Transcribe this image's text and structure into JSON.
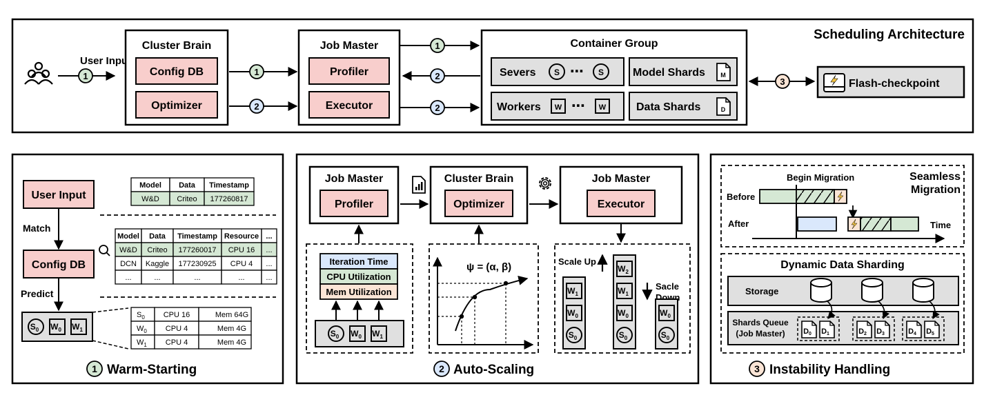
{
  "arch": {
    "title": "Scheduling Architecture",
    "user_input": "User Input",
    "cluster_brain": "Cluster Brain",
    "config_db": "Config DB",
    "optimizer": "Optimizer",
    "job_master": "Job Master",
    "profiler": "Profiler",
    "executor": "Executor",
    "container_group": "Container Group",
    "severs": "Severs",
    "workers": "Workers",
    "server_badge": "S",
    "worker_badge": "W",
    "dots": "⋯",
    "model_shards": "Model Shards",
    "data_shards": "Data Shards",
    "model_doc": "M",
    "data_doc": "D",
    "flash_checkpoint": "Flash-checkpoint",
    "step1": "1",
    "step2": "2",
    "step3": "3"
  },
  "warm": {
    "title": "Warm-Starting",
    "num": "1",
    "user_input": "User Input",
    "match": "Match",
    "config_db": "Config DB",
    "predict": "Predict",
    "input_table": {
      "headers": [
        "Model",
        "Data",
        "Timestamp"
      ],
      "row": [
        "W&D",
        "Criteo",
        "177260817"
      ]
    },
    "db_table": {
      "headers": [
        "Model",
        "Data",
        "Timestamp",
        "Resource",
        "..."
      ],
      "rows": [
        [
          "W&D",
          "Criteo",
          "177260017",
          "CPU 16",
          "..."
        ],
        [
          "DCN",
          "Kaggle",
          "177230925",
          "CPU  4",
          "..."
        ],
        [
          "...",
          "...",
          "...",
          "...",
          "..."
        ]
      ]
    },
    "pred_table": [
      [
        "S",
        "0",
        "CPU 16",
        "Mem 64G"
      ],
      [
        "W",
        "0",
        "CPU  4",
        "Mem   4G"
      ],
      [
        "W",
        "1",
        "CPU  4",
        "Mem   4G"
      ]
    ],
    "pods": [
      {
        "l": "S",
        "s": "0"
      },
      {
        "l": "W",
        "s": "0"
      },
      {
        "l": "W",
        "s": "1"
      }
    ]
  },
  "auto": {
    "title": "Auto-Scaling",
    "num": "2",
    "job_master": "Job Master",
    "profiler": "Profiler",
    "cluster_brain": "Cluster Brain",
    "optimizer": "Optimizer",
    "executor": "Executor",
    "metric_iter": "Iteration Time",
    "metric_cpu": "CPU Utilization",
    "metric_mem": "Mem Utilization",
    "psi": "ψ = (α,  β)",
    "scale_up": "Scale Up",
    "scale_down_1": "Sacle",
    "scale_down_2": "Down",
    "pods": [
      {
        "l": "S",
        "s": "0"
      },
      {
        "l": "W",
        "s": "0"
      },
      {
        "l": "W",
        "s": "1"
      }
    ],
    "col_mid": [
      {
        "l": "W",
        "s": "1"
      },
      {
        "l": "W",
        "s": "0"
      },
      {
        "l": "S",
        "s": "0"
      }
    ],
    "col_up": [
      {
        "l": "W",
        "s": "2"
      },
      {
        "l": "W",
        "s": "1"
      },
      {
        "l": "W",
        "s": "0"
      },
      {
        "l": "S",
        "s": "0"
      }
    ],
    "col_down": [
      {
        "l": "W",
        "s": "0"
      },
      {
        "l": "S",
        "s": "0"
      }
    ]
  },
  "instab": {
    "title": "Instability Handling",
    "num": "3",
    "seamless_1": "Seamless",
    "seamless_2": "Migration",
    "begin": "Begin Migration",
    "before": "Before",
    "after": "After",
    "time": "Time",
    "dds": "Dynamic Data Sharding",
    "storage": "Storage",
    "queue_1": "Shards Queue",
    "queue_2": "(Job Master)",
    "shard_letter": "D",
    "shards": [
      "0",
      "1",
      "2",
      "3",
      "4",
      "5"
    ]
  },
  "colors": {
    "pink": "#f8cecc",
    "gray": "#e0e0e0",
    "green": "#d5e8d4",
    "blue": "#dae8fc",
    "orange": "#fbe5d6",
    "num1": "#d5e8d4",
    "num2": "#dae8fc",
    "num3": "#fbe5d6"
  }
}
